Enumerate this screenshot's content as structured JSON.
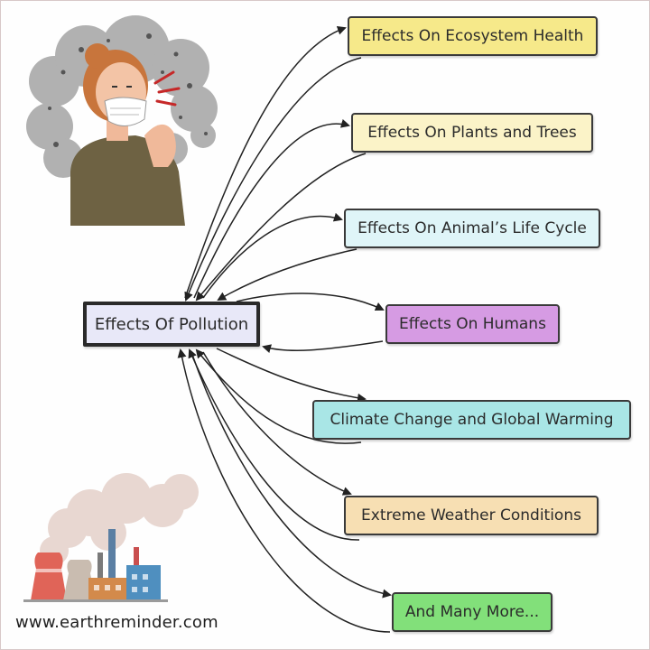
{
  "center": {
    "label": "Effects Of Pollution",
    "color": "#e8e8f8"
  },
  "effects": [
    {
      "label": "Effects On Ecosystem Health",
      "color": "#f6e98a"
    },
    {
      "label": "Effects On Plants and Trees",
      "color": "#fbf3c8"
    },
    {
      "label": "Effects On Animal’s Life Cycle",
      "color": "#dff5f8"
    },
    {
      "label": "Effects On Humans",
      "color": "#d69be3"
    },
    {
      "label": "Climate Change and Global Warming",
      "color": "#a9e6e6"
    },
    {
      "label": "Extreme Weather Conditions",
      "color": "#f7dfb3"
    },
    {
      "label": "And Many More...",
      "color": "#82e07a"
    }
  ],
  "footer": {
    "url": "www.earthreminder.com"
  },
  "illustrations": {
    "top_left": "person-coughing-in-smog-icon",
    "bottom_left": "factory-smoke-icon"
  }
}
